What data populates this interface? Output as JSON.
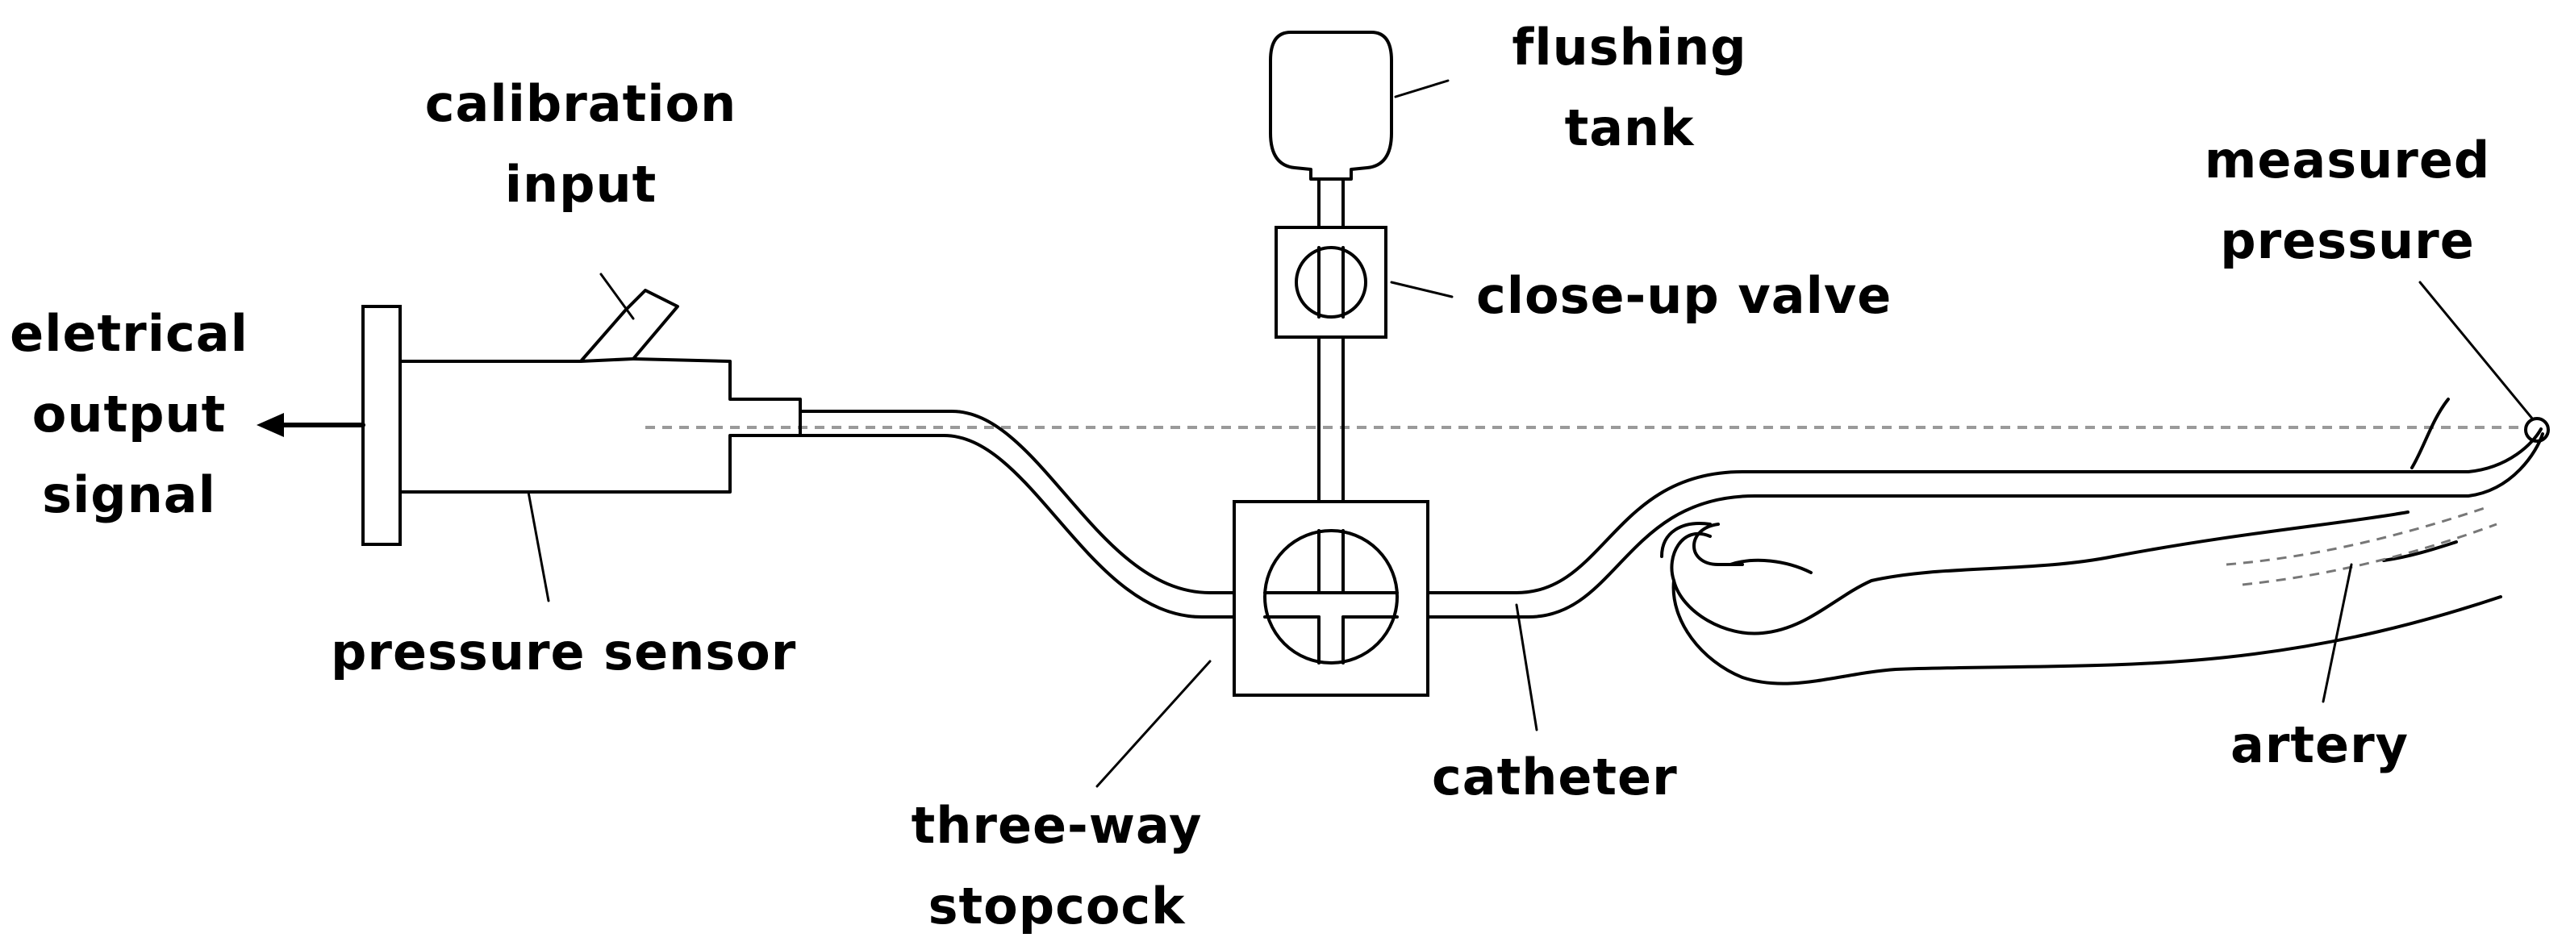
{
  "labels": {
    "flushing_tank": [
      "flushing",
      "tank"
    ],
    "calibration_input": [
      "calibration",
      "input"
    ],
    "measured_pressure": [
      "measured",
      "pressure"
    ],
    "close_up_valve": "close-up valve",
    "electrical_output": [
      "eletrical",
      "output",
      "signal"
    ],
    "pressure_sensor": "pressure sensor",
    "three_way_stopcock": [
      "three-way",
      "stopcock"
    ],
    "catheter": "catheter",
    "artery": "artery"
  }
}
